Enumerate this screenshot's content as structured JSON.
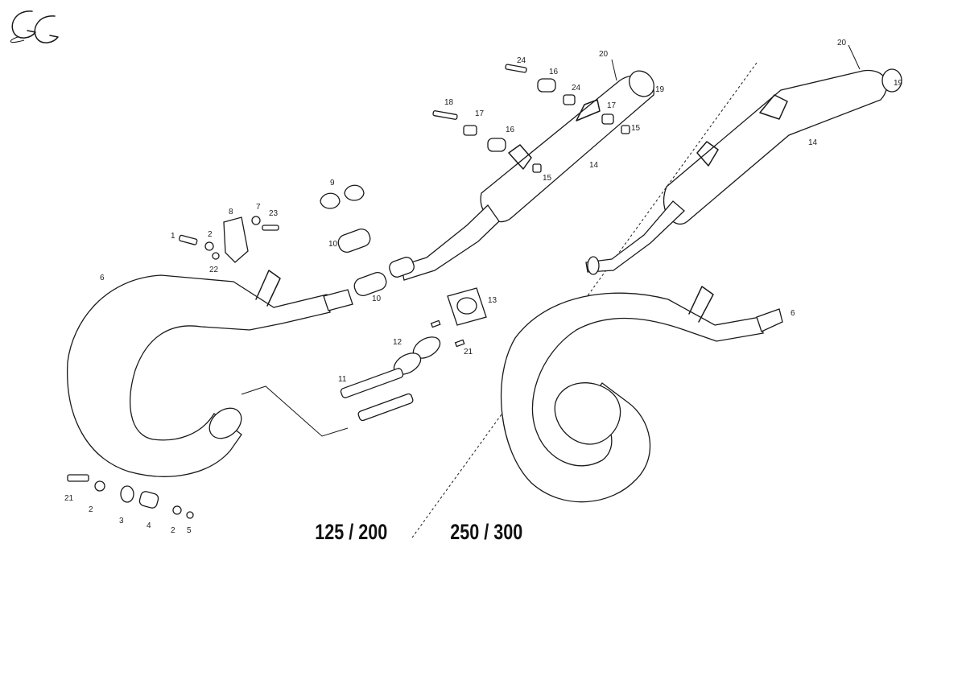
{
  "logo": {
    "text": "GG"
  },
  "models": {
    "left": "125 / 200",
    "right": "250 / 300"
  },
  "callouts": {
    "l1": "1",
    "l2a": "2",
    "l2b": "2",
    "l2c": "2",
    "l3": "3",
    "l4": "4",
    "l5": "5",
    "l6a": "6",
    "l6b": "6",
    "l7": "7",
    "l8": "8",
    "l9": "9",
    "l10a": "10",
    "l10b": "10",
    "l11": "11",
    "l12": "12",
    "l13": "13",
    "l14a": "14",
    "l14b": "14",
    "l15a": "15",
    "l15b": "15",
    "l16a": "16",
    "l16b": "16",
    "l17a": "17",
    "l17b": "17",
    "l18": "18",
    "l19a": "19",
    "l19b": "19",
    "l20a": "20",
    "l20b": "20",
    "l21a": "21",
    "l21b": "21",
    "l22": "22",
    "l23": "23",
    "l24a": "24",
    "l24b": "24"
  }
}
